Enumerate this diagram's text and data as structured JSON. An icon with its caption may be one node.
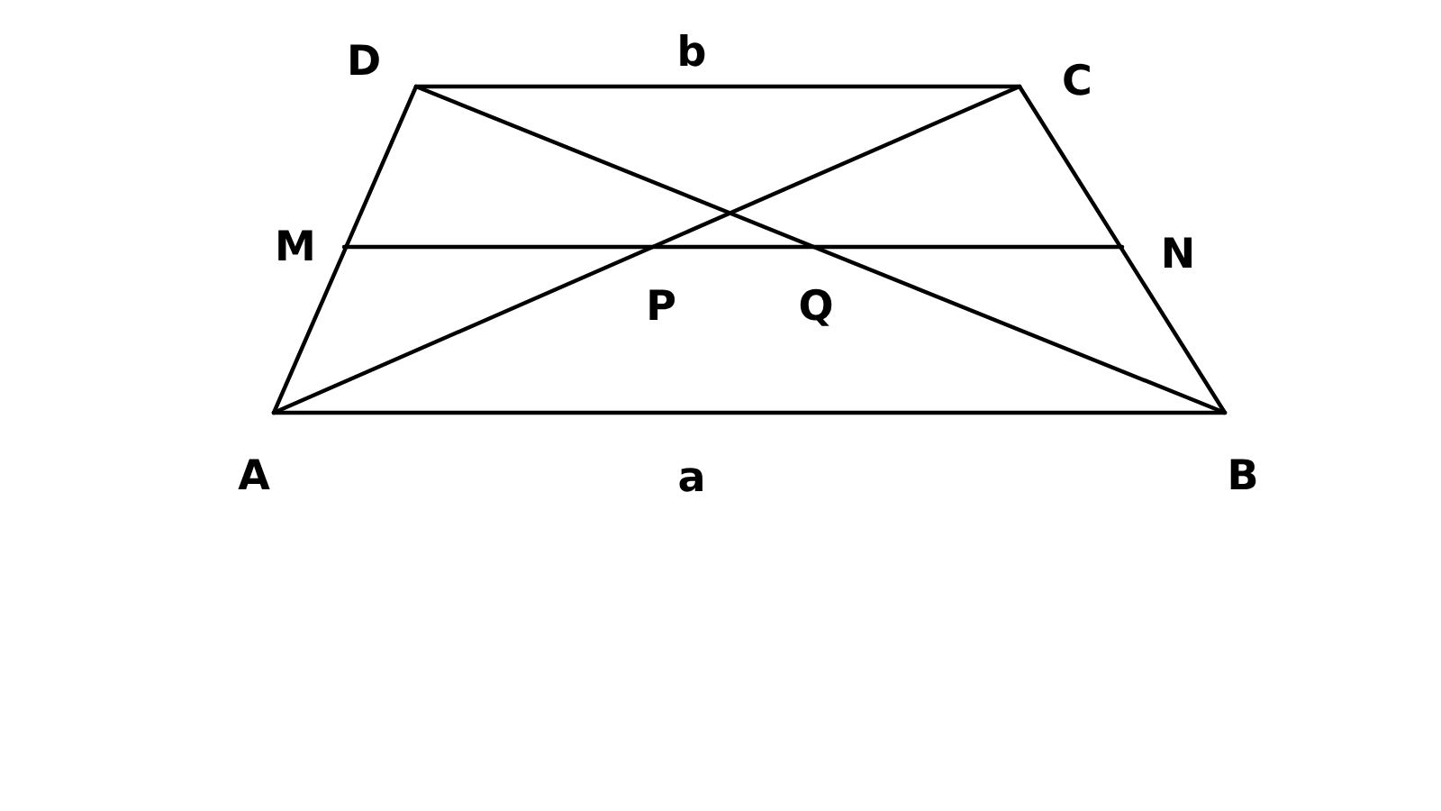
{
  "diagram": {
    "labels": [
      "D",
      "b",
      "C",
      "M",
      "N",
      "P",
      "Q",
      "A",
      "a",
      "B"
    ]
  }
}
